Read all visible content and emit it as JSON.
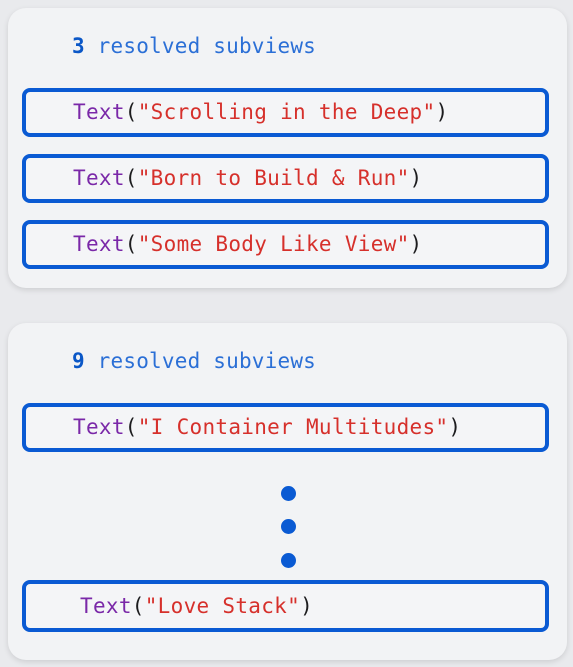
{
  "groups": [
    {
      "count": "3",
      "label": " resolved subviews",
      "subviews": [
        {
          "func": "Text",
          "open": "(",
          "value": "\"Scrolling in the Deep\"",
          "close": ")"
        },
        {
          "func": "Text",
          "open": "(",
          "value": "\"Born to Build & Run\"",
          "close": ")"
        },
        {
          "func": "Text",
          "open": "(",
          "value": "\"Some Body Like View\"",
          "close": ")"
        }
      ]
    },
    {
      "count": "9",
      "label": " resolved subviews",
      "subviews": [
        {
          "func": "Text",
          "open": "(",
          "value": "\"I Container Multitudes\"",
          "close": ")"
        },
        {
          "func": "Text",
          "open": "(",
          "value": "\"Love Stack\"",
          "close": ")"
        }
      ],
      "ellipsis": "vertical-dots"
    }
  ],
  "colors": {
    "accent": "#0a5ad3",
    "keyword": "#7a28a8",
    "string": "#d6302b"
  }
}
